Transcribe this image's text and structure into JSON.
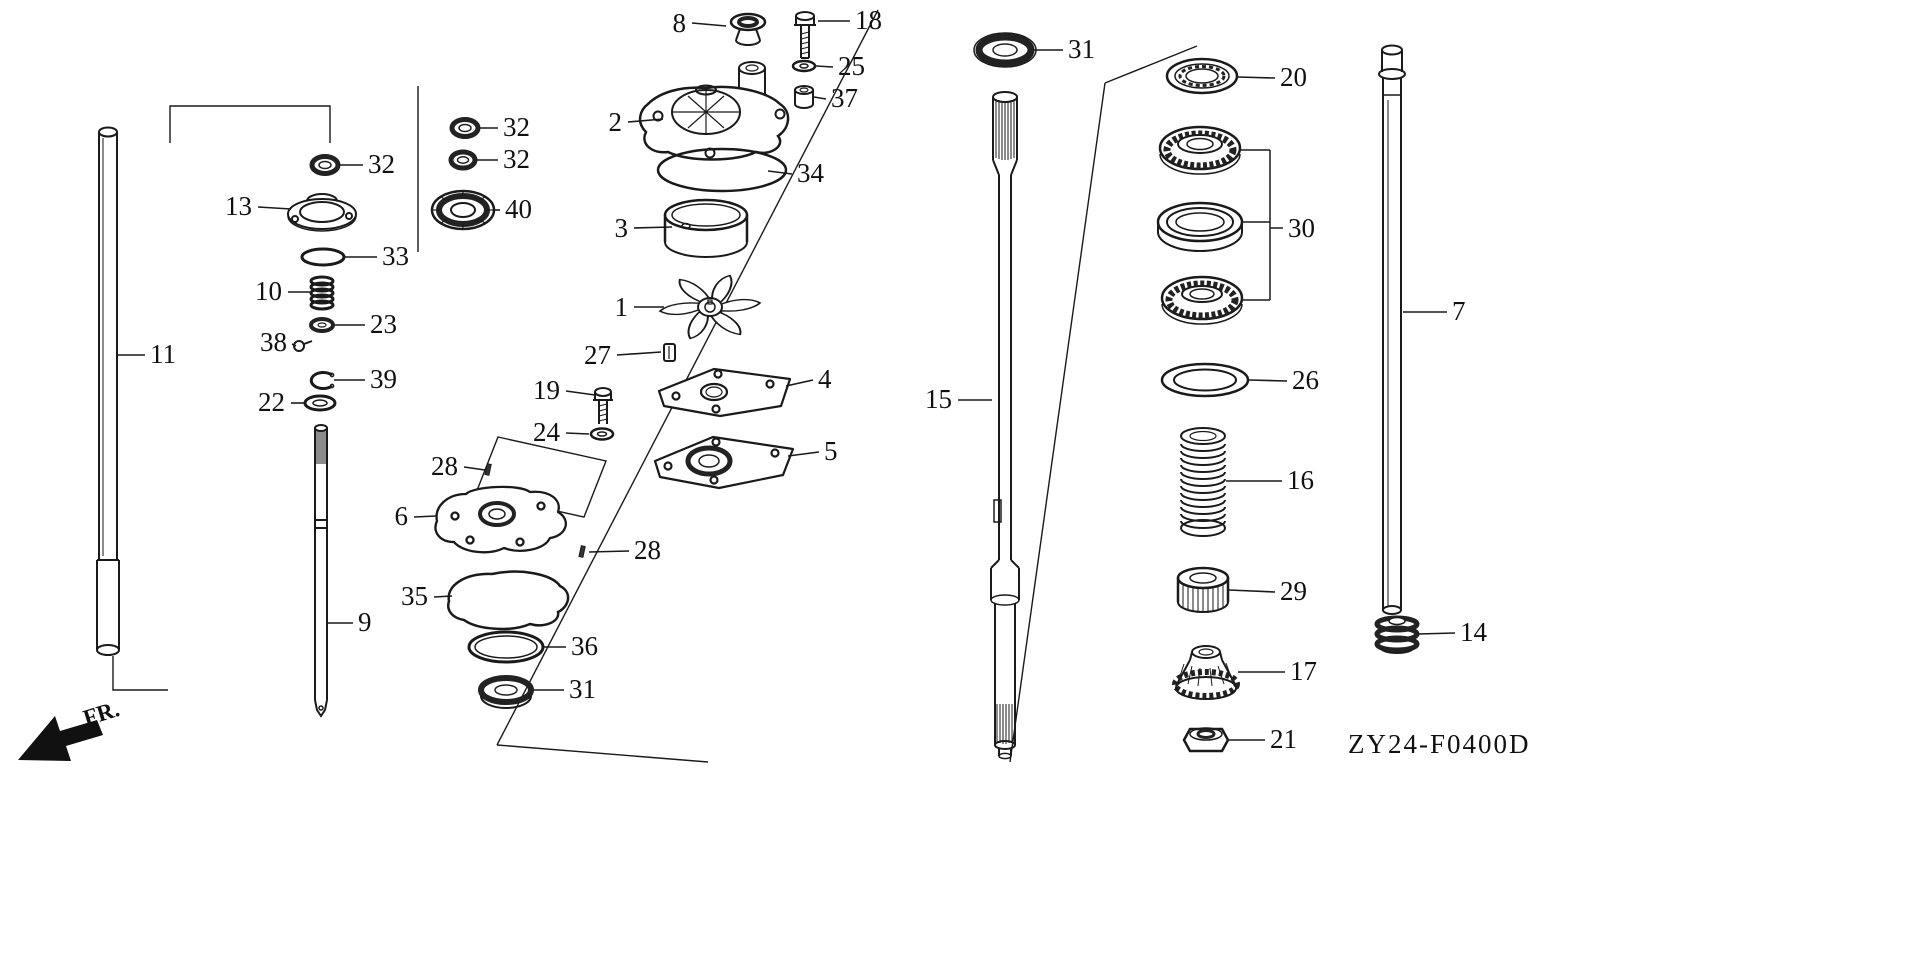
{
  "diagram": {
    "drawing_code": "ZY24-F0400D",
    "front_label": "FR.",
    "callouts": {
      "c8": "8",
      "c18": "18",
      "c25": "25",
      "c37": "37",
      "c2": "2",
      "c34": "34",
      "c3": "3",
      "c1": "1",
      "c27": "27",
      "c4": "4",
      "c19": "19",
      "c24": "24",
      "c5": "5",
      "c28a": "28",
      "c6": "6",
      "c28b": "28",
      "c35": "35",
      "c36": "36",
      "c31a": "31",
      "c32a": "32",
      "c32b": "32",
      "c40": "40",
      "c32c": "32",
      "c13": "13",
      "c33": "33",
      "c10": "10",
      "c23": "23",
      "c38": "38",
      "c39": "39",
      "c22": "22",
      "c11": "11",
      "c9": "9",
      "c15": "15",
      "c31b": "31",
      "c20": "20",
      "c30": "30",
      "c26": "26",
      "c16": "16",
      "c29": "29",
      "c17": "17",
      "c21": "21",
      "c7": "7",
      "c14": "14"
    }
  }
}
